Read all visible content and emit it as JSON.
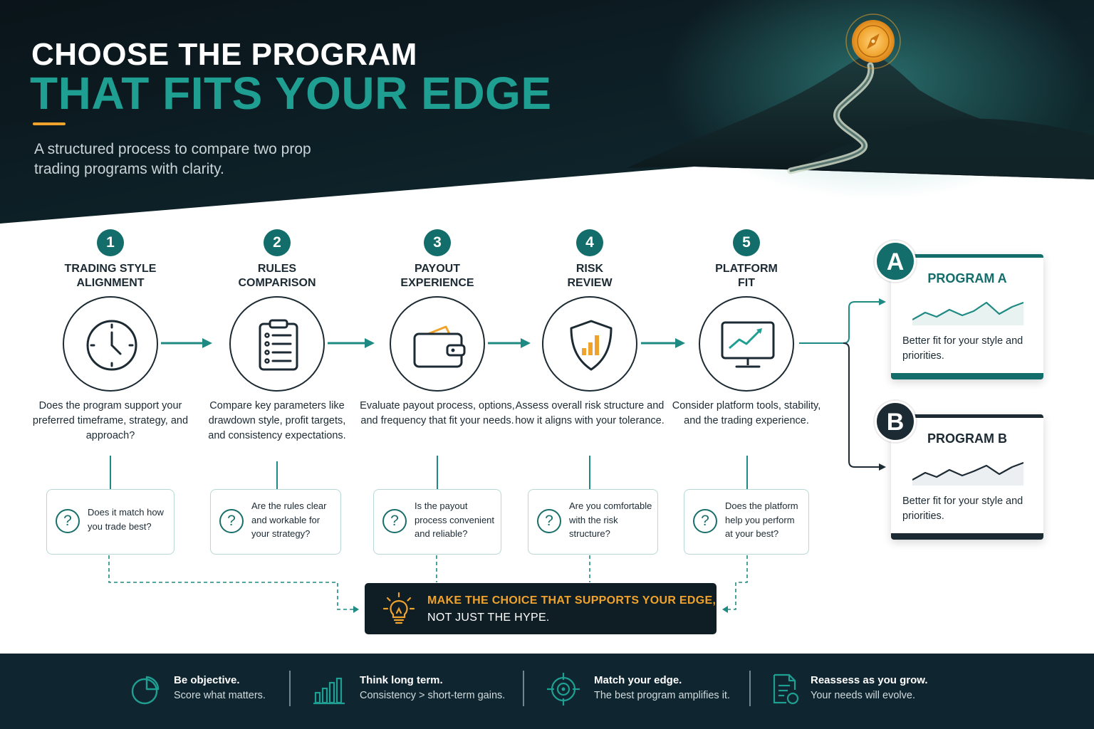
{
  "hero": {
    "title_line1": "CHOOSE THE PROGRAM",
    "title_line2": "THAT FITS YOUR EDGE",
    "subtitle": "A structured process to compare two prop trading programs with clarity."
  },
  "steps": [
    {
      "number": "1",
      "title_l1": "TRADING STYLE",
      "title_l2": "ALIGNMENT",
      "icon": "clock-icon",
      "description": "Does the program support your preferred timeframe, strategy, and approach?",
      "question_l1": "Does it match how",
      "question_l2": "you trade best?",
      "question_l3": ""
    },
    {
      "number": "2",
      "title_l1": "RULES",
      "title_l2": "COMPARISON",
      "icon": "clipboard-icon",
      "description": "Compare key parameters like drawdown style, profit targets, and consistency expectations.",
      "question_l1": "Are the rules clear",
      "question_l2": "and workable for",
      "question_l3": "your strategy?"
    },
    {
      "number": "3",
      "title_l1": "PAYOUT",
      "title_l2": "EXPERIENCE",
      "icon": "wallet-icon",
      "description": "Evaluate payout process, options, and frequency that fit your needs.",
      "question_l1": "Is the payout",
      "question_l2": "process convenient",
      "question_l3": "and reliable?"
    },
    {
      "number": "4",
      "title_l1": "RISK",
      "title_l2": "REVIEW",
      "icon": "shield-chart-icon",
      "description": "Assess overall risk structure and how it aligns with your tolerance.",
      "question_l1": "Are you comfortable",
      "question_l2": "with the risk",
      "question_l3": "structure?"
    },
    {
      "number": "5",
      "title_l1": "PLATFORM",
      "title_l2": "FIT",
      "icon": "monitor-chart-icon",
      "description": "Consider platform tools, stability, and the trading experience.",
      "question_l1": "Does the platform",
      "question_l2": "help you perform",
      "question_l3": "at your best?"
    }
  ],
  "callout": {
    "line1": "MAKE THE CHOICE THAT SUPPORTS YOUR EDGE,",
    "line2": "NOT JUST THE HYPE.",
    "icon": "lightbulb-icon",
    "accent": "#f0a32c"
  },
  "programs": [
    {
      "badge": "A",
      "name": "PROGRAM A",
      "description": "Better fit for your style and priorities.",
      "color": "#136d6a"
    },
    {
      "badge": "B",
      "name": "PROGRAM B",
      "description": "Better fit for your style and priorities.",
      "color": "#1c2a33"
    }
  ],
  "tips": [
    {
      "icon": "pie-chart-icon",
      "heading": "Be objective.",
      "body": "Score what matters."
    },
    {
      "icon": "bar-chart-icon",
      "heading": "Think long term.",
      "body": "Consistency > short-term gains."
    },
    {
      "icon": "target-icon",
      "heading": "Match your edge.",
      "body": "The best program amplifies it."
    },
    {
      "icon": "document-refresh-icon",
      "heading": "Reassess as you grow.",
      "body": "Your needs will evolve."
    }
  ],
  "colors": {
    "teal": "#1f9e92",
    "dark": "#0f2530",
    "accent": "#f0a32c"
  }
}
